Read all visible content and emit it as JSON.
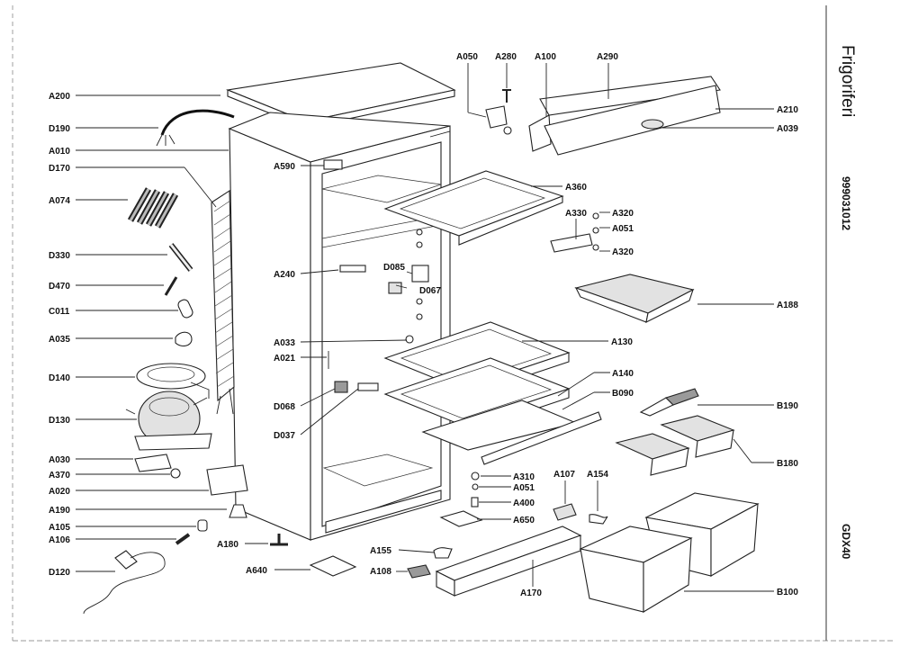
{
  "sidebar": {
    "title": "Frigoriferi",
    "code": "999031012",
    "model": "GDX40"
  },
  "labels": [
    {
      "id": "A200",
      "text": "A200"
    },
    {
      "id": "D190",
      "text": "D190"
    },
    {
      "id": "A010",
      "text": "A010"
    },
    {
      "id": "D170",
      "text": "D170"
    },
    {
      "id": "A074",
      "text": "A074"
    },
    {
      "id": "D330",
      "text": "D330"
    },
    {
      "id": "D470",
      "text": "D470"
    },
    {
      "id": "C011",
      "text": "C011"
    },
    {
      "id": "A035",
      "text": "A035"
    },
    {
      "id": "D140",
      "text": "D140"
    },
    {
      "id": "D130",
      "text": "D130"
    },
    {
      "id": "A030",
      "text": "A030"
    },
    {
      "id": "A370",
      "text": "A370"
    },
    {
      "id": "A020",
      "text": "A020"
    },
    {
      "id": "A190",
      "text": "A190"
    },
    {
      "id": "A105",
      "text": "A105"
    },
    {
      "id": "A106",
      "text": "A106"
    },
    {
      "id": "D120",
      "text": "D120"
    },
    {
      "id": "A180",
      "text": "A180"
    },
    {
      "id": "A640",
      "text": "A640"
    },
    {
      "id": "A590",
      "text": "A590"
    },
    {
      "id": "A240",
      "text": "A240"
    },
    {
      "id": "A033",
      "text": "A033"
    },
    {
      "id": "A021",
      "text": "A021"
    },
    {
      "id": "D068",
      "text": "D068"
    },
    {
      "id": "D037",
      "text": "D037"
    },
    {
      "id": "D085",
      "text": "D085"
    },
    {
      "id": "D067",
      "text": "D067"
    },
    {
      "id": "A050",
      "text": "A050"
    },
    {
      "id": "A280",
      "text": "A280"
    },
    {
      "id": "A100",
      "text": "A100"
    },
    {
      "id": "A290",
      "text": "A290"
    },
    {
      "id": "A210",
      "text": "A210"
    },
    {
      "id": "A039",
      "text": "A039"
    },
    {
      "id": "A360",
      "text": "A360"
    },
    {
      "id": "A330",
      "text": "A330"
    },
    {
      "id": "A320a",
      "text": "A320"
    },
    {
      "id": "A051a",
      "text": "A051"
    },
    {
      "id": "A320b",
      "text": "A320"
    },
    {
      "id": "A188",
      "text": "A188"
    },
    {
      "id": "A130",
      "text": "A130"
    },
    {
      "id": "A140",
      "text": "A140"
    },
    {
      "id": "B090",
      "text": "B090"
    },
    {
      "id": "B190",
      "text": "B190"
    },
    {
      "id": "B180",
      "text": "B180"
    },
    {
      "id": "A310",
      "text": "A310"
    },
    {
      "id": "A051b",
      "text": "A051"
    },
    {
      "id": "A107",
      "text": "A107"
    },
    {
      "id": "A154",
      "text": "A154"
    },
    {
      "id": "A400",
      "text": "A400"
    },
    {
      "id": "A650",
      "text": "A650"
    },
    {
      "id": "A155",
      "text": "A155"
    },
    {
      "id": "A108",
      "text": "A108"
    },
    {
      "id": "A170",
      "text": "A170"
    },
    {
      "id": "B100",
      "text": "B100"
    }
  ]
}
